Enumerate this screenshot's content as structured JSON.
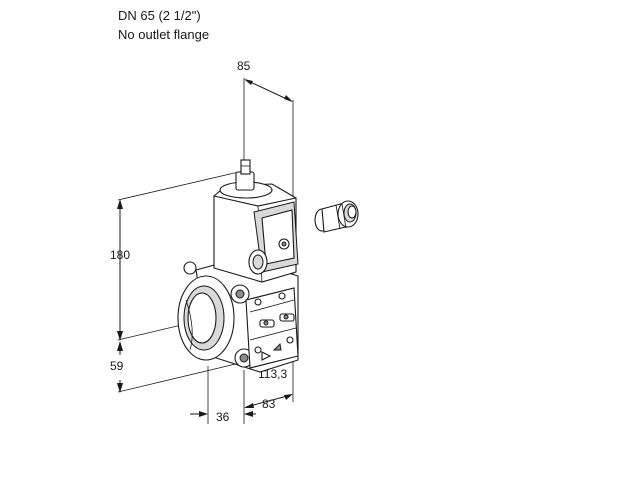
{
  "header": {
    "line1": "DN 65 (2 1/2\")",
    "line2": "No outlet flange"
  },
  "dimensions": {
    "top_width": "85",
    "height": "180",
    "lower_height": "59",
    "inlet_offset": "36",
    "depth": "83",
    "outlet_offset": "113,3"
  }
}
